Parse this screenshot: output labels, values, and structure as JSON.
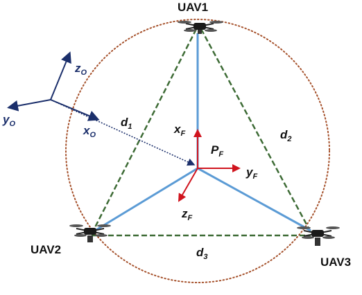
{
  "uavs": [
    {
      "label": "UAV1"
    },
    {
      "label": "UAV2"
    },
    {
      "label": "UAV3"
    }
  ],
  "distances": {
    "d1": {
      "main": "d",
      "sub": "1"
    },
    "d2": {
      "main": "d",
      "sub": "2"
    },
    "d3": {
      "main": "d",
      "sub": "3"
    }
  },
  "origin_frame": {
    "x": {
      "main": "x",
      "sub": "O"
    },
    "y": {
      "main": "y",
      "sub": "O"
    },
    "z": {
      "main": "z",
      "sub": "O"
    }
  },
  "formation_frame": {
    "point": {
      "main": "P",
      "sub": "F"
    },
    "x": {
      "main": "x",
      "sub": "F"
    },
    "y": {
      "main": "y",
      "sub": "F"
    },
    "z": {
      "main": "z",
      "sub": "F"
    }
  },
  "colors": {
    "edge_blue": "#5b9bd5",
    "distance_green": "#3d6b35",
    "circle_brown": "#a5502a",
    "origin_axis": "#1b2f6b",
    "formation_axis": "#d0141e"
  }
}
